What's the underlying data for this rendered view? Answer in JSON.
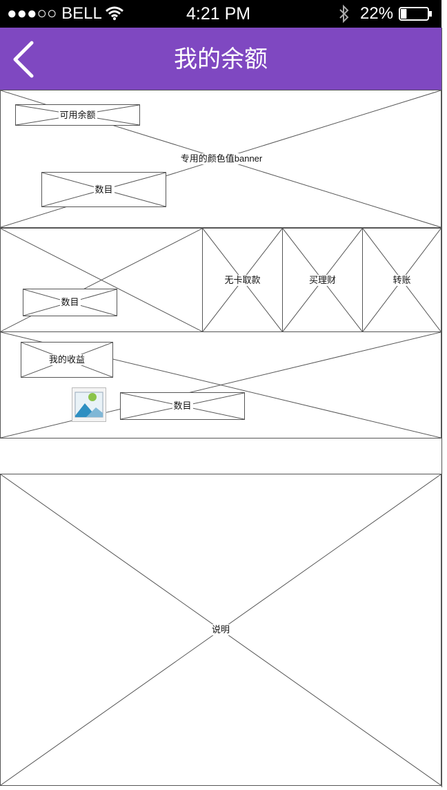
{
  "status_bar": {
    "carrier": "●●●○○ BELL",
    "time": "4:21 PM",
    "battery": "22%",
    "battery_level": 0.22,
    "icons": [
      "wifi-icon",
      "bluetooth-icon",
      "battery-icon"
    ]
  },
  "nav": {
    "title": "我的余额",
    "back_icon": "chevron-left-icon"
  },
  "banner": {
    "label": "专用的颜色值banner",
    "available_balance_label": "可用余额",
    "amount_label": "数目"
  },
  "actions": {
    "amount_label": "数目",
    "items": [
      {
        "label": "无卡取款"
      },
      {
        "label": "买理财"
      },
      {
        "label": "转账"
      }
    ]
  },
  "earnings": {
    "title": "我的收益",
    "amount_label": "数目",
    "image_icon": "image-placeholder-icon"
  },
  "description": {
    "label": "说明"
  },
  "colors": {
    "nav_bg": "#7f48c1",
    "status_bg": "#000000",
    "wire": "#555555"
  }
}
